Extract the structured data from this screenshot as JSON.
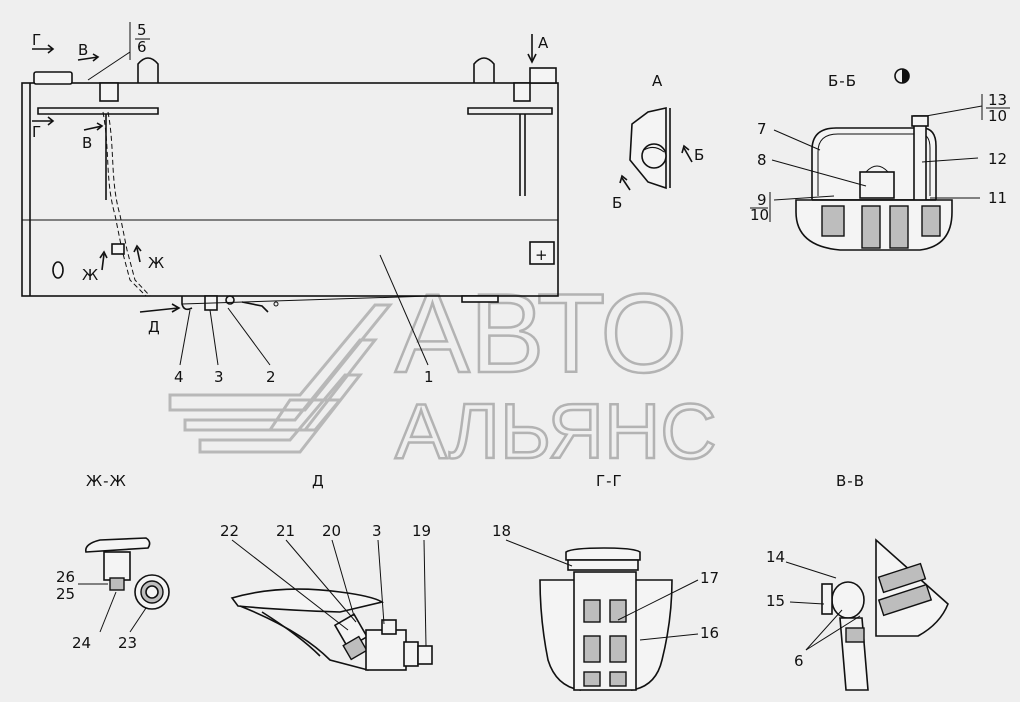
{
  "labels": {
    "n1": "1",
    "n2": "2",
    "n3": "3",
    "n4": "4",
    "n5": "5",
    "n6": "6",
    "n7": "7",
    "n8": "8",
    "n9": "9",
    "n10": "10",
    "n11": "11",
    "n12": "12",
    "n13": "13",
    "n14": "14",
    "n15": "15",
    "n16": "16",
    "n17": "17",
    "n18": "18",
    "n19": "19",
    "n20": "20",
    "n21": "21",
    "n22": "22",
    "n23": "23",
    "n24": "24",
    "n25": "25",
    "n26": "26"
  },
  "markers": {
    "a": "А",
    "b": "Б",
    "v": "В",
    "g": "Г",
    "d": "Д",
    "zh": "Ж"
  },
  "views": {
    "a": "А",
    "bb": "Б-Б",
    "zhzh": "Ж-Ж",
    "d": "Д",
    "gg": "Г-Г",
    "vv": "В-В"
  },
  "watermark": {
    "line1": "АВТО",
    "line2": "АЛЬЯНС"
  },
  "colors": {
    "background": "#efefef",
    "ink": "#111111",
    "watermark": "#b3b3b3"
  }
}
